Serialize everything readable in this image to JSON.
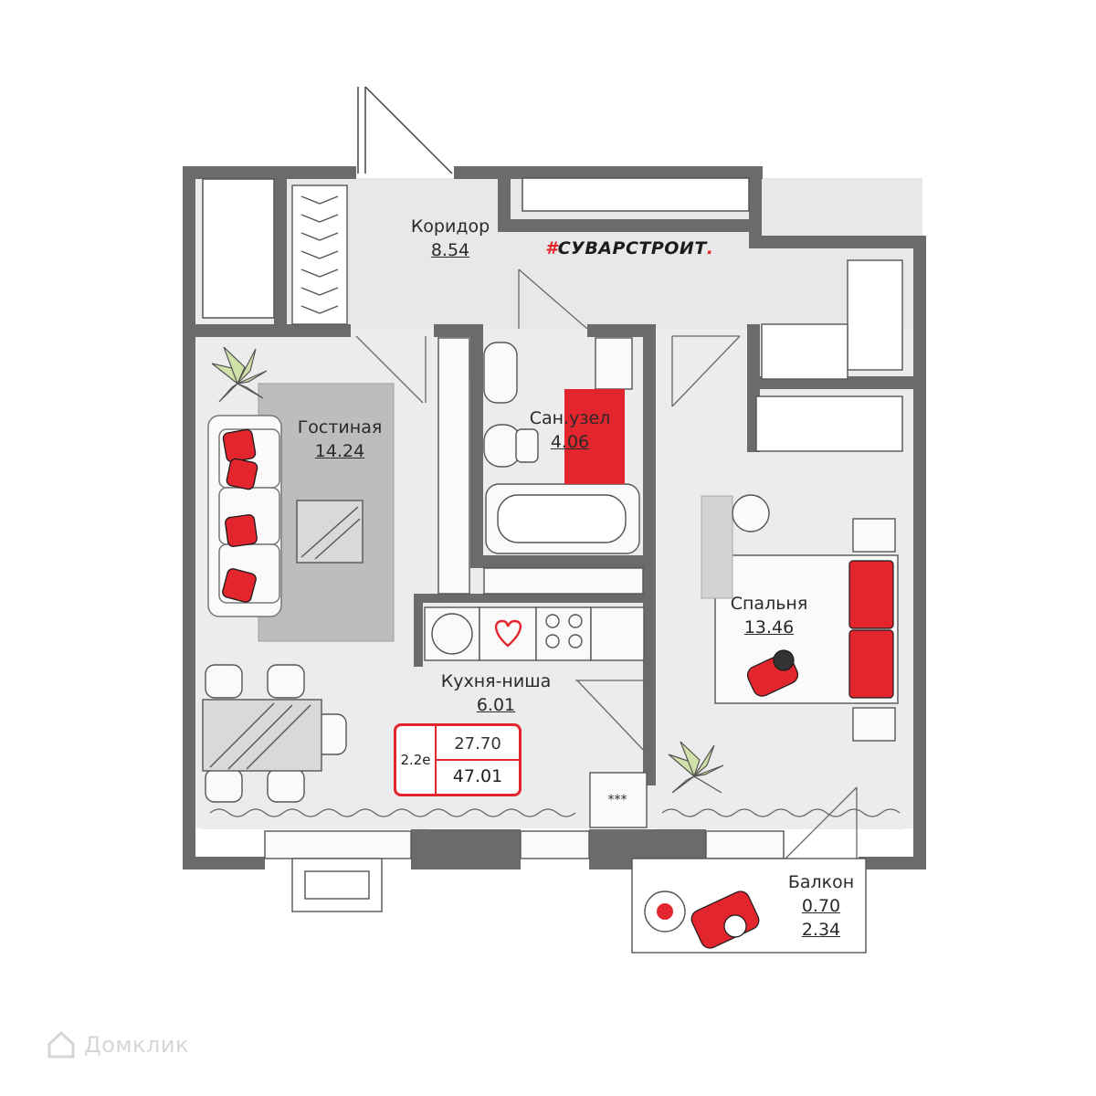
{
  "brand": {
    "hash": "#",
    "name": "СУВАРСТРОИТ",
    "dot": "."
  },
  "rooms": {
    "corridor": {
      "name": "Коридор",
      "area": "8.54"
    },
    "living": {
      "name": "Гостиная",
      "area": "14.24"
    },
    "bath": {
      "name": "Сан.узел",
      "area": "4.06"
    },
    "bedroom": {
      "name": "Спальня",
      "area": "13.46"
    },
    "kitchen": {
      "name": "Кухня-ниша",
      "area": "6.01"
    },
    "balcony": {
      "name": "Балкон",
      "area": "0.70",
      "area_full": "2.34"
    }
  },
  "summary": {
    "type": "2.2е",
    "living_area": "27.70",
    "total_area": "47.01"
  },
  "misc": {
    "meter_label": "***"
  },
  "watermark": {
    "text": "Домклик"
  },
  "colors": {
    "wall": "#6b6b6b",
    "floor": "#ececec",
    "accent": "#e3262d",
    "rug": "#bdbdbd"
  }
}
